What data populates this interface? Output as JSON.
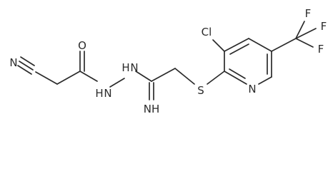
{
  "molecule": {
    "atoms": {
      "n_nitrile": "N",
      "o_carbonyl": "O",
      "nh_hydrazide_a": "H",
      "n_hydrazide_a": "N",
      "nh_hydrazide_b": "H",
      "n_hydrazide_b": "N",
      "nh_imine": "NH",
      "s_thioether": "S",
      "n_pyridine": "N",
      "cl_chloro": "Cl",
      "f_top": "F",
      "f_right": "F",
      "f_bottom": "F"
    }
  }
}
